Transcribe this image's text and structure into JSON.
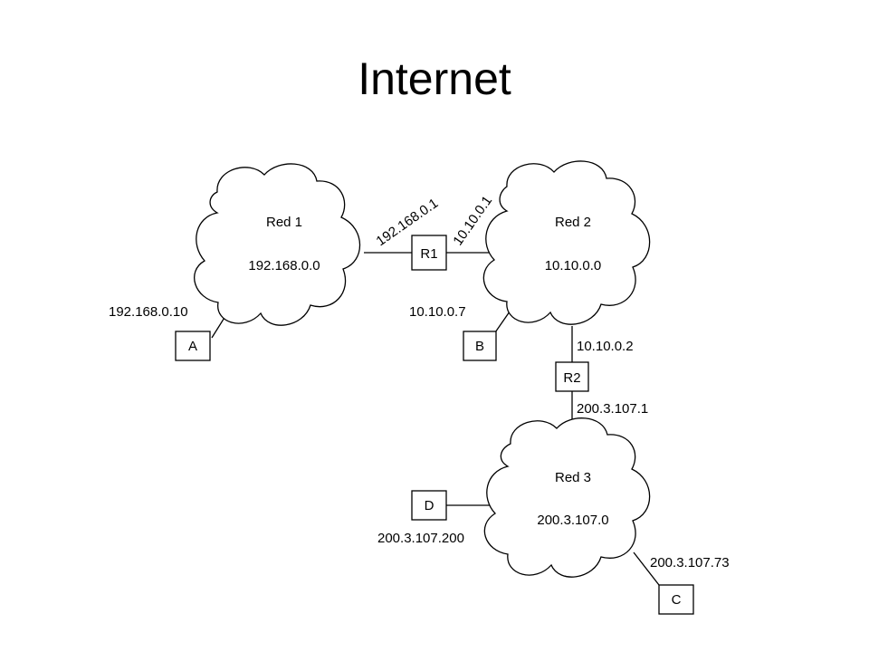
{
  "title": "Internet",
  "networks": {
    "red1": {
      "name": "Red 1",
      "address": "192.168.0.0"
    },
    "red2": {
      "name": "Red 2",
      "address": "10.10.0.0"
    },
    "red3": {
      "name": "Red 3",
      "address": "200.3.107.0"
    }
  },
  "routers": {
    "r1": {
      "label": "R1",
      "ip_left": "192.168.0.1",
      "ip_right": "10.10.0.1"
    },
    "r2": {
      "label": "R2",
      "ip_top": "10.10.0.2",
      "ip_bottom": "200.3.107.1"
    }
  },
  "hosts": {
    "a": {
      "label": "A",
      "ip": "192.168.0.10"
    },
    "b": {
      "label": "B",
      "ip": "10.10.0.7"
    },
    "c": {
      "label": "C",
      "ip": "200.3.107.73"
    },
    "d": {
      "label": "D",
      "ip": "200.3.107.200"
    }
  }
}
